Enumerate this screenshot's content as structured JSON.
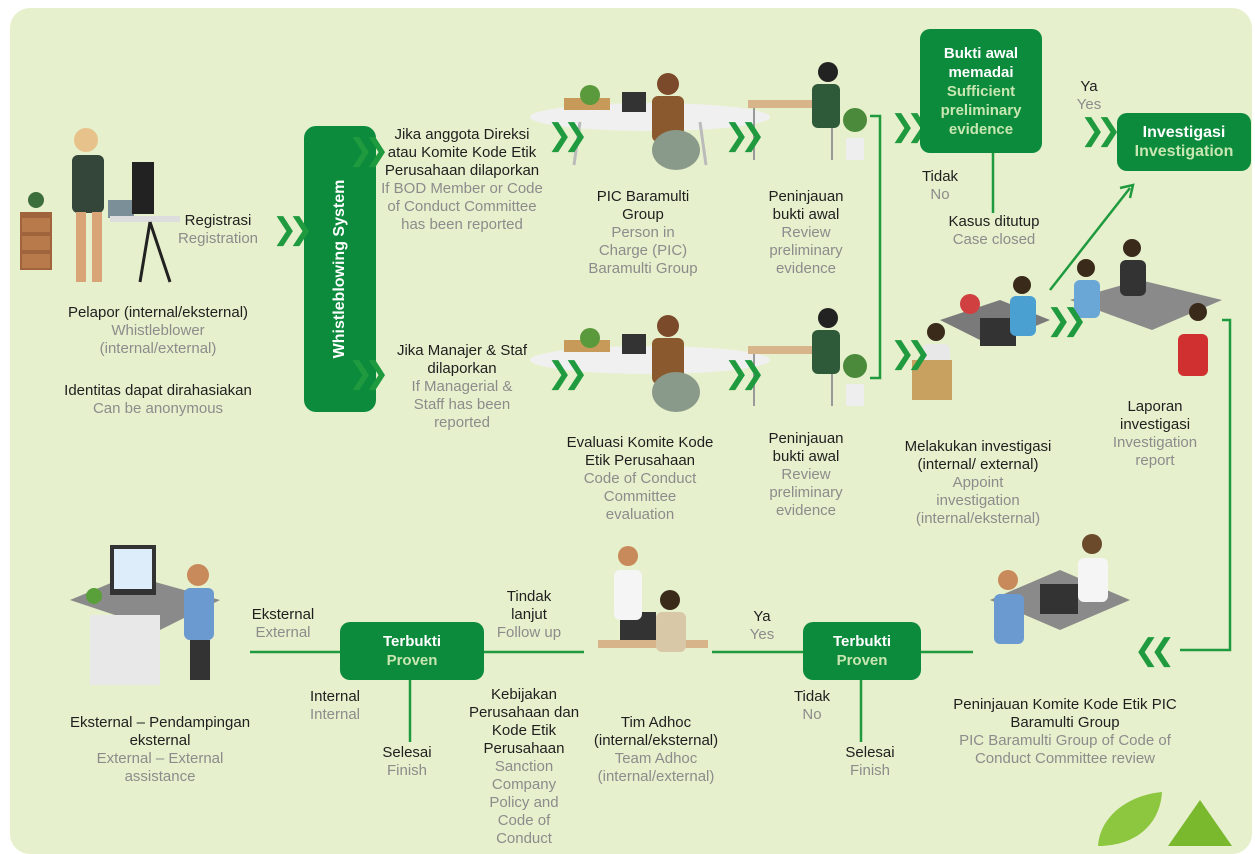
{
  "reporter": {
    "name_id": "Pelapor (internal/eksternal)",
    "name_en": "Whistleblower (internal/external)",
    "identity_id": "Identitas dapat dirahasiakan",
    "identity_en": "Can be anonymous"
  },
  "registration": {
    "id": "Registrasi",
    "en": "Registration"
  },
  "wbs_label": "Whistleblowing System",
  "bod_case": {
    "id": "Jika anggota Direksi atau Komite Kode Etik Perusahaan dilaporkan",
    "en": "If BOD Member or Code of Conduct Committee has been reported"
  },
  "staff_case": {
    "id": "Jika Manajer & Staf dilaporkan",
    "en": "If Managerial & Staff has been reported"
  },
  "pic": {
    "id": "PIC Baramulti Group",
    "en": "Person in Charge (PIC) Baramulti Group"
  },
  "committee_eval": {
    "id": "Evaluasi Komite Kode Etik Perusahaan",
    "en": "Code of Conduct Committee evaluation"
  },
  "review_top": {
    "id": "Peninjauan bukti awal",
    "en": "Review preliminary evidence"
  },
  "review_bottom": {
    "id": "Peninjauan bukti awal",
    "en": "Review preliminary evidence"
  },
  "evidence_box": {
    "id": "Bukti awal memadai",
    "en": "Sufficient preliminary evidence"
  },
  "yes_top": {
    "id": "Ya",
    "en": "Yes"
  },
  "no_top": {
    "id": "Tidak",
    "en": "No"
  },
  "case_closed": {
    "id": "Kasus ditutup",
    "en": "Case closed"
  },
  "investigation_box": {
    "id": "Investigasi",
    "en": "Investigation"
  },
  "conduct_investigation": {
    "id": "Melakukan investigasi (internal/ external)",
    "en": "Appoint investigation (internal/eksternal)"
  },
  "investigation_report": {
    "id": "Laporan investigasi",
    "en": "Investigation report"
  },
  "committee_review": {
    "id": "Peninjauan Komite Kode Etik PIC Baramulti Group",
    "en": "PIC Baramulti Group of Code of Conduct Committee review"
  },
  "proven_right": {
    "id": "Terbukti",
    "en": "Proven"
  },
  "yes_bottom": {
    "id": "Ya",
    "en": "Yes"
  },
  "no_bottom": {
    "id": "Tidak",
    "en": "No"
  },
  "finish_right": {
    "id": "Selesai",
    "en": "Finish"
  },
  "adhoc": {
    "id": "Tim Adhoc (internal/eksternal)",
    "en": "Team Adhoc (internal/external)"
  },
  "follow_up": {
    "id": "Tindak lanjut",
    "en": "Follow up"
  },
  "sanction": {
    "id": "Kebijakan Perusahaan dan Kode Etik Perusahaan",
    "en": "Sanction Company Policy and Code of Conduct"
  },
  "proven_left": {
    "id": "Terbukti",
    "en": "Proven"
  },
  "external_branch": {
    "id": "Eksternal",
    "en": "External"
  },
  "internal_branch": {
    "id": "Internal",
    "en": "Internal"
  },
  "finish_left": {
    "id": "Selesai",
    "en": "Finish"
  },
  "external_assist": {
    "id": "Eksternal – Pendampingan eksternal",
    "en": "External – External assistance"
  },
  "colors": {
    "panel": "#e6f0cc",
    "green": "#0c8b3d",
    "arrow": "#1f9a3f",
    "text_en": "#8c8c8c"
  },
  "icons": [
    "person-standing-desk-illustration",
    "pic-desk-illustration",
    "reviewer-desk-illustration",
    "meeting-illustration",
    "adhoc-team-illustration",
    "external-desk-illustration",
    "leaf-icon"
  ]
}
